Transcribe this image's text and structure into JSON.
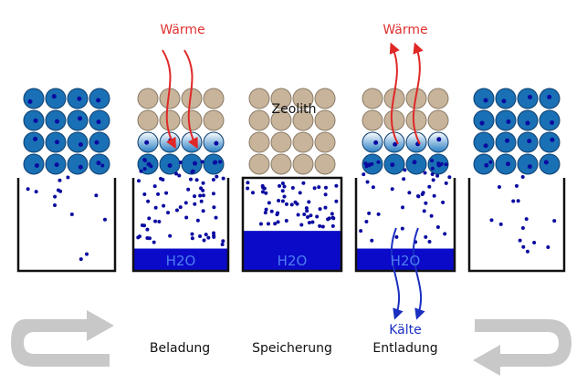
{
  "labels": {
    "warme_in": "Wärme",
    "warme_out": "Wärme",
    "zeolith": "Zeolith",
    "kalte": "Kälte",
    "beladung": "Beladung",
    "speicherung": "Speicherung",
    "entladung": "Entladung",
    "h2o": "H2O"
  },
  "colors": {
    "water": "#0a0ac8",
    "dot": "#0a0aa0",
    "zeolith": "#c8b49a",
    "saturated": "#1a70b4",
    "heat": "#e02828",
    "cold": "#1a2fc0",
    "cycle_arrow": "#c8c8c8"
  },
  "stages": [
    {
      "rows": [
        "wet",
        "wet",
        "wet",
        "wet"
      ],
      "water_level": 0,
      "closed": false,
      "dots": 14
    },
    {
      "rows": [
        "dry",
        "dry",
        "half",
        "wet"
      ],
      "water_level": 0.24,
      "closed": false,
      "dots": 70
    },
    {
      "rows": [
        "dry",
        "dry",
        "dry",
        "dry"
      ],
      "water_level": 0.43,
      "closed": true,
      "dots": 60
    },
    {
      "rows": [
        "dry",
        "dry",
        "half",
        "wet"
      ],
      "water_level": 0.24,
      "closed": false,
      "dots": 45
    },
    {
      "rows": [
        "wet",
        "wet",
        "wet",
        "wet"
      ],
      "water_level": 0,
      "closed": false,
      "dots": 16
    }
  ]
}
